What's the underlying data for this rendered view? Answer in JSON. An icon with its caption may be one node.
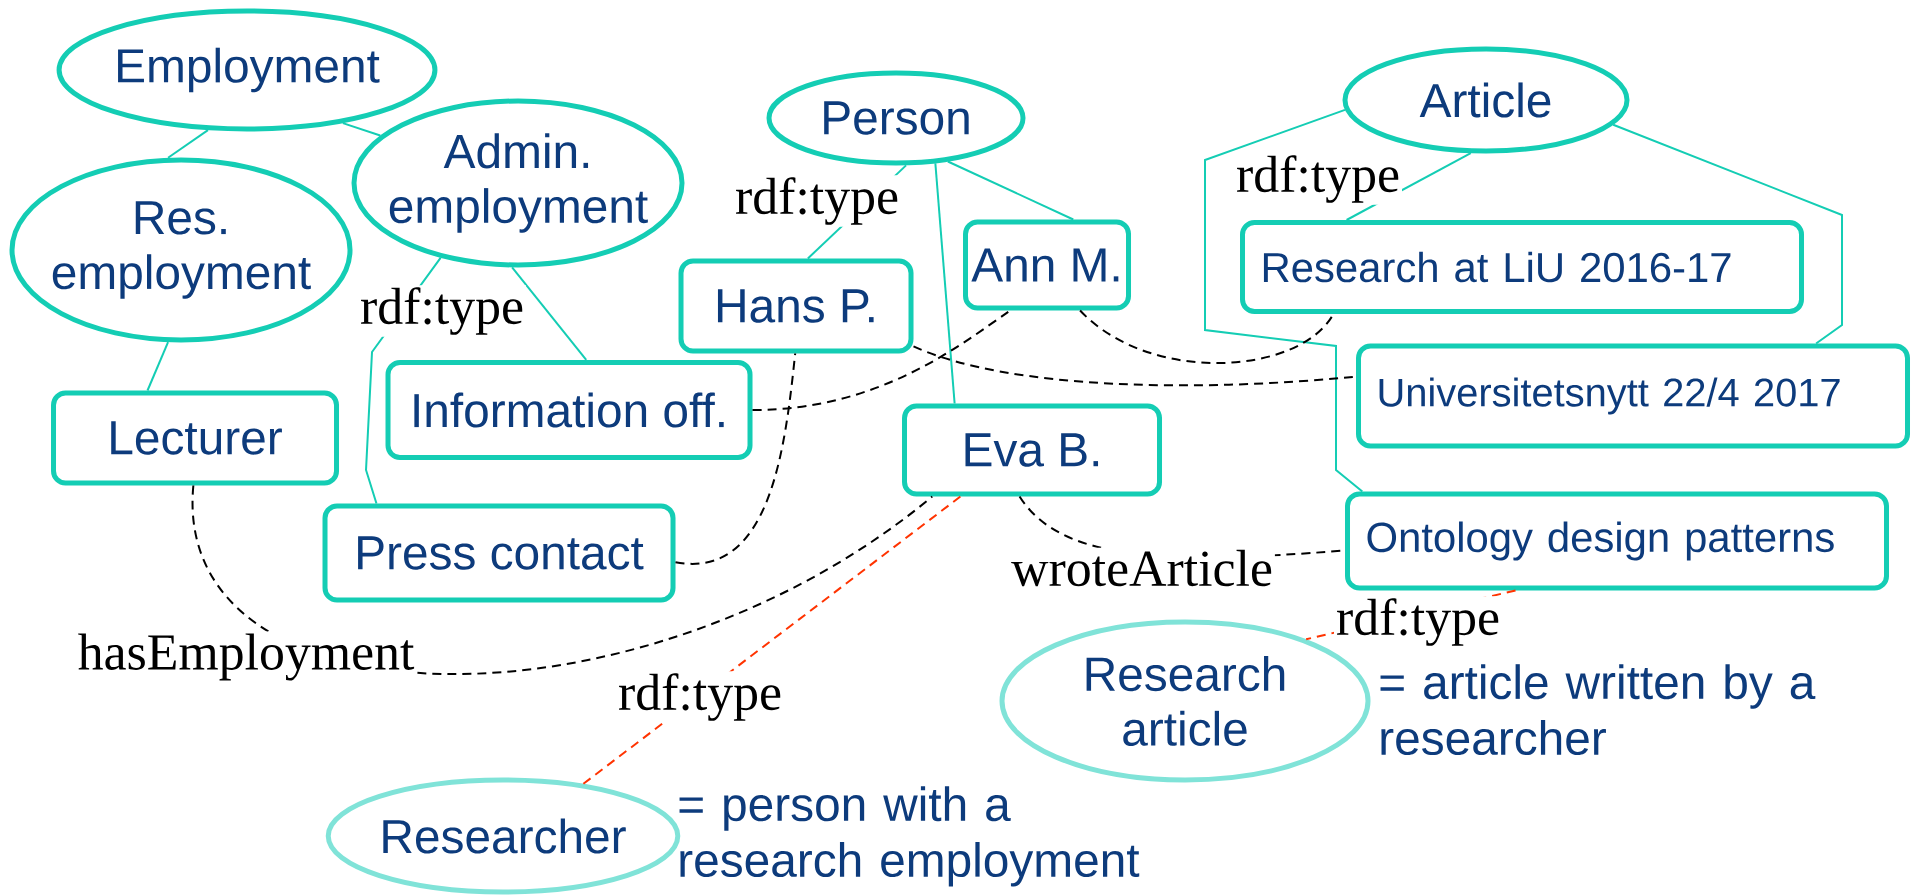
{
  "diagram": {
    "nodes": [
      {
        "text": [
          "Employment"
        ]
      },
      {
        "text": [
          "Admin. employment"
        ]
      },
      {
        "text": [
          "Res. employment"
        ]
      },
      {
        "text": [
          "Person"
        ]
      },
      {
        "text": [
          "Article"
        ]
      },
      {
        "text": [
          "Hans P."
        ]
      },
      {
        "text": [
          "Ann M."
        ]
      },
      {
        "text": [
          "Research at LiU 2016-17"
        ]
      },
      {
        "text": [
          "Lecturer"
        ]
      },
      {
        "text": [
          "Information off."
        ]
      },
      {
        "text": [
          "Universitetsnytt 22/4 2017"
        ]
      },
      {
        "text": [
          "Eva B."
        ]
      },
      {
        "text": [
          "Press contact"
        ]
      },
      {
        "text": [
          "Ontology design patterns"
        ]
      },
      {
        "text": [
          "Research article"
        ],
        "beside": [
          "= article written by a researcher"
        ]
      },
      {
        "text": [
          "Researcher"
        ],
        "beside": [
          "= person with a research employment"
        ]
      }
    ],
    "edges": [
      {
        "from": 0,
        "to": 2,
        "arrow": "none"
      },
      {
        "from": 0,
        "to": 1,
        "arrow": "none"
      },
      {
        "from": 2,
        "to": 8,
        "arrow": "none"
      },
      {
        "from": 1,
        "to": 9,
        "arrow": "none"
      },
      {
        "from": 1,
        "to": 12,
        "arrow": "none",
        "label": "rdf:type"
      },
      {
        "from": 3,
        "to": 5,
        "arrow": "none",
        "label": "rdf:type"
      },
      {
        "from": 3,
        "to": 11,
        "arrow": "none"
      },
      {
        "from": 3,
        "to": 6,
        "arrow": "none"
      },
      {
        "from": 4,
        "to": 7,
        "arrow": "none",
        "label": "rdf:type"
      },
      {
        "from": 4,
        "to": 13,
        "arrow": "none"
      },
      {
        "from": 4,
        "to": 10,
        "arrow": "none"
      },
      {
        "from": 8,
        "to": 11,
        "arrow": "none",
        "style": "dashed",
        "color": "#000000",
        "label": "hasEmployment"
      },
      {
        "from": 12,
        "to": 5,
        "arrow": "none",
        "style": "dashed",
        "color": "#000000"
      },
      {
        "from": 9,
        "to": 6,
        "arrow": "none",
        "style": "dashed",
        "color": "#000000"
      },
      {
        "from": 5,
        "to": 10,
        "arrow": "none",
        "style": "dashed",
        "color": "#000000"
      },
      {
        "from": 6,
        "to": 7,
        "arrow": "none",
        "style": "dashed",
        "color": "#000000"
      },
      {
        "from": 11,
        "to": 13,
        "arrow": "none",
        "style": "dashed",
        "color": "#000000",
        "label": "wroteArticle"
      },
      {
        "from": 11,
        "to": 15,
        "arrow": "none",
        "style": "dashed",
        "color": "#ff3300",
        "label": "rdf:type"
      },
      {
        "from": 13,
        "to": 14,
        "arrow": "none",
        "style": "dashed",
        "color": "#ff3300",
        "label": "rdf:type"
      }
    ]
  }
}
